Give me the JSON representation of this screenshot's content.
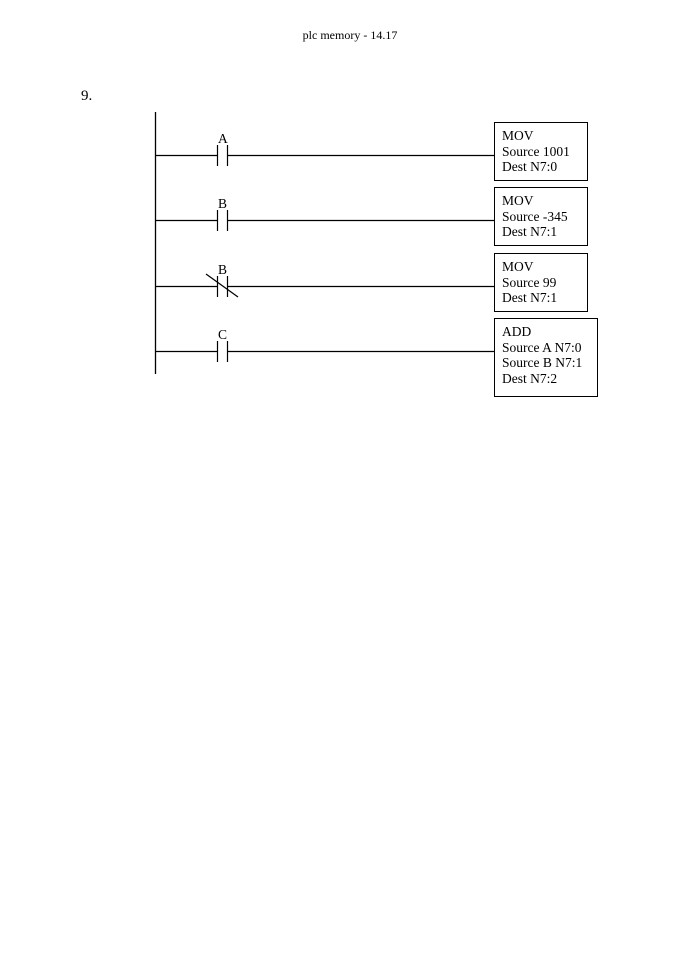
{
  "page": {
    "header": "plc memory - 14.17",
    "question_number": "9."
  },
  "ladder": {
    "rungs": [
      {
        "contact": {
          "label": "A",
          "type": "normally-open"
        },
        "instruction": {
          "name": "MOV",
          "params": [
            "Source 1001",
            "Dest N7:0"
          ]
        }
      },
      {
        "contact": {
          "label": "B",
          "type": "normally-open"
        },
        "instruction": {
          "name": "MOV",
          "params": [
            "Source -345",
            "Dest N7:1"
          ]
        }
      },
      {
        "contact": {
          "label": "B",
          "type": "normally-closed"
        },
        "instruction": {
          "name": "MOV",
          "params": [
            "Source 99",
            "Dest N7:1"
          ]
        }
      },
      {
        "contact": {
          "label": "C",
          "type": "normally-open"
        },
        "instruction": {
          "name": "ADD",
          "params": [
            "Source A N7:0",
            "Source B N7:1",
            "Dest N7:2"
          ]
        }
      }
    ]
  }
}
